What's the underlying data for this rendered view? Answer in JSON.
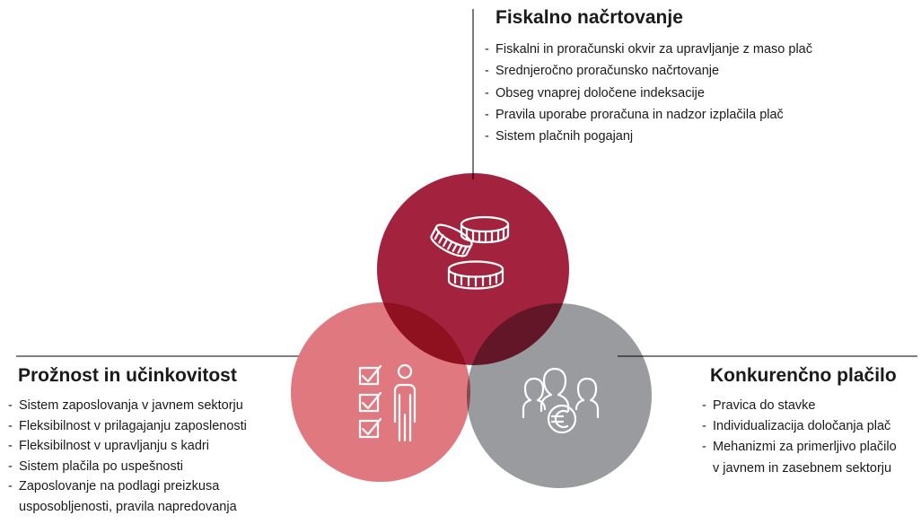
{
  "colors": {
    "top_circle": "#a3233f",
    "left_circle": "#e07880",
    "right_circle": "#9a9b9e",
    "lines": "#333333"
  },
  "top": {
    "title": "Fiskalno načrtovanje",
    "icon": "coins-icon",
    "items": [
      "Fiskalni in proračunski okvir za upravljanje z maso plač",
      "Srednjeročno proračunsko načrtovanje",
      "Obseg vnaprej določene indeksacije",
      "Pravila uporabe proračuna in nadzor izplačila plač",
      "Sistem plačnih pogajanj"
    ]
  },
  "left": {
    "title": "Prožnost in učinkovitost",
    "icon": "checklist-person-icon",
    "items": [
      "Sistem zaposlovanja v javnem sektorju",
      "Fleksibilnost v prilagajanju zaposlenosti",
      "Fleksibilnost v upravljanju s kadri",
      "Sistem plačila po uspešnosti",
      "Zaposlovanje na podlagi preizkusa"
    ],
    "item_cont": "usposobljenosti, pravila napredovanja"
  },
  "right": {
    "title": "Konkurenčno plačilo",
    "icon": "people-euro-icon",
    "items": [
      "Pravica do stavke",
      "Individualizacija določanja plač",
      "Mehanizmi za primerljivo plačilo"
    ],
    "item_cont": "v javnem in zasebnem sektorju"
  }
}
